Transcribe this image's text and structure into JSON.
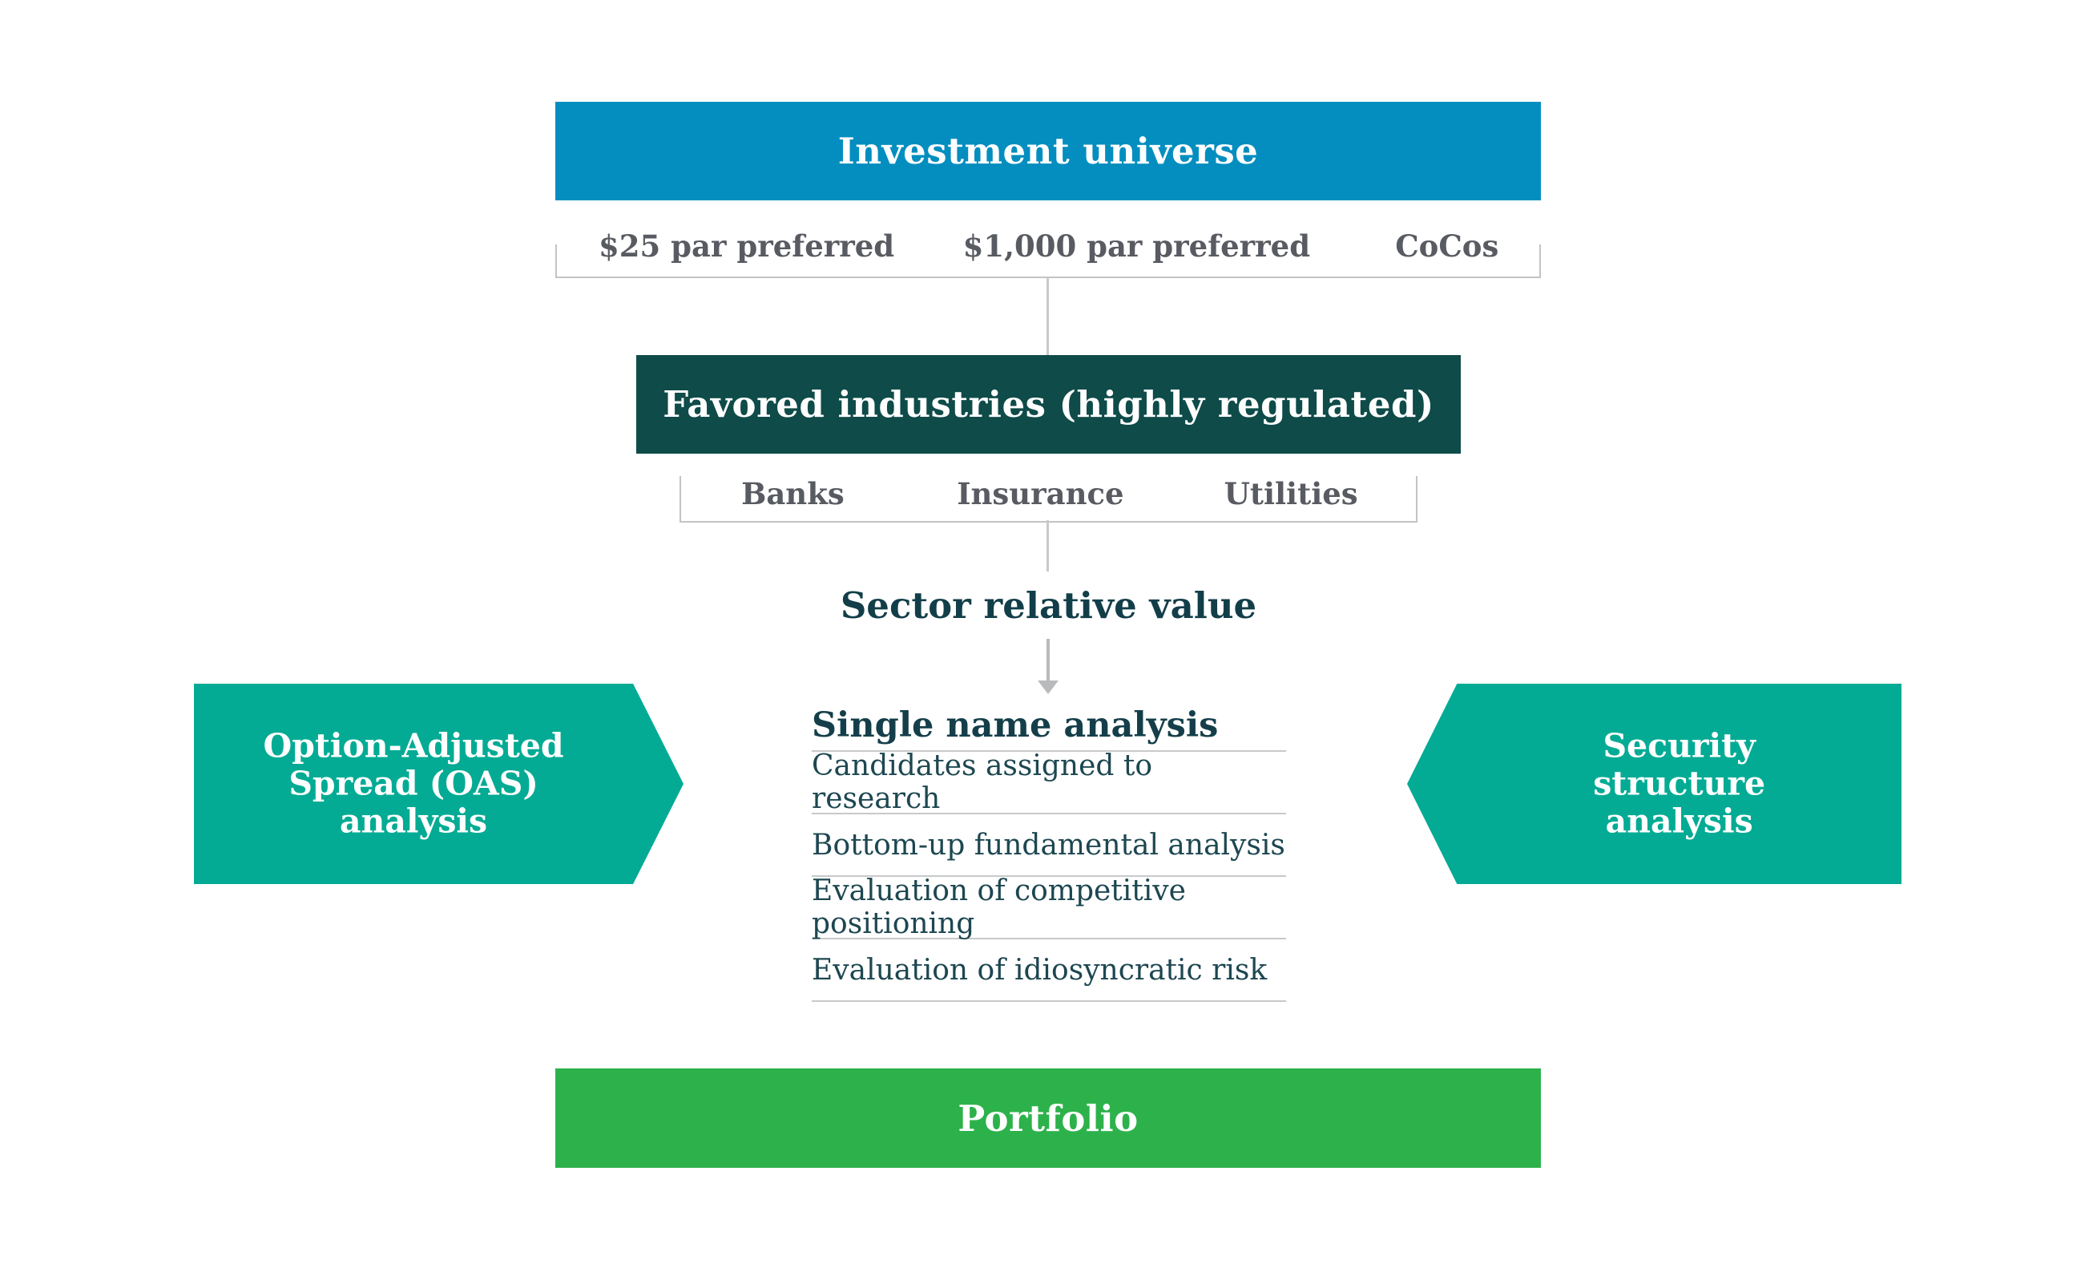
{
  "palette": {
    "bar_blue": "#048EC0",
    "bar_dark_teal": "#0E4B49",
    "chevron_teal": "#04AB94",
    "bar_green": "#2DB24B",
    "line_gray": "#C8C9CA",
    "arrow_gray": "#B9BABB",
    "gray_text": "#595B62",
    "dark_teal_text": "#143F4A"
  },
  "universe": {
    "title": "Investment universe",
    "items": [
      "$25 par preferred",
      "$1,000 par preferred",
      "CoCos"
    ]
  },
  "industries": {
    "title": "Favored industries (highly regulated)",
    "items": [
      "Banks",
      "Insurance",
      "Utilities"
    ]
  },
  "sector": {
    "label": "Sector relative value"
  },
  "single_name": {
    "title": "Single name analysis",
    "items": [
      "Candidates assigned to research",
      "Bottom-up fundamental analysis",
      "Evaluation of competitive positioning",
      "Evaluation of idiosyncratic risk"
    ]
  },
  "side_left": {
    "label": "Option-Adjusted\nSpread (OAS)\nanalysis"
  },
  "side_right": {
    "label": "Security\nstructure\nanalysis"
  },
  "portfolio": {
    "title": "Portfolio"
  }
}
